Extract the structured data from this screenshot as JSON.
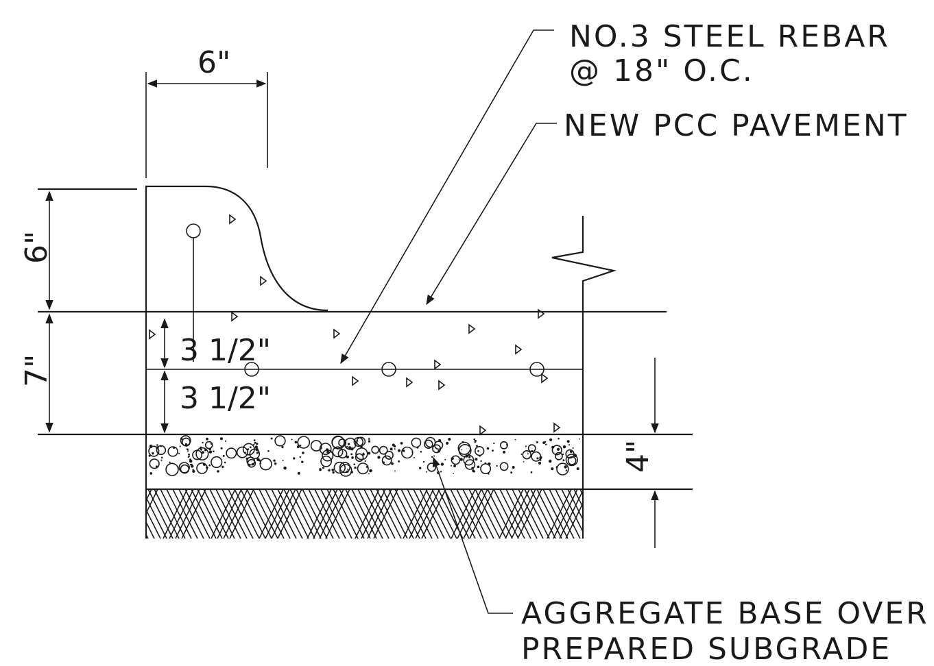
{
  "labels": {
    "rebar_line1": "NO.3 STEEL REBAR",
    "rebar_line2": "@ 18\" O.C.",
    "pavement": "NEW PCC PAVEMENT",
    "base_line1": "AGGREGATE BASE OVER",
    "base_line2": "PREPARED SUBGRADE"
  },
  "dimensions": {
    "curb_width": "6\"",
    "curb_height": "6\"",
    "slab_thickness": "7\"",
    "rebar_above": "3 1/2\"",
    "rebar_below": "3 1/2\"",
    "base_thickness": "4\""
  }
}
